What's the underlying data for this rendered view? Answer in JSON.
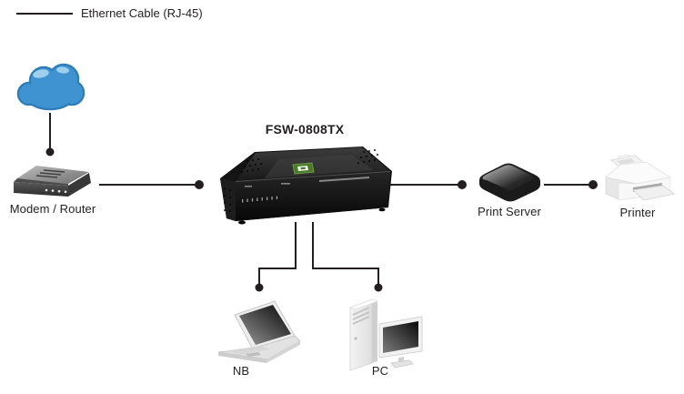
{
  "legend": {
    "label": "Ethernet Cable (RJ-45)"
  },
  "switch": {
    "model": "FSW-0808TX"
  },
  "nodes": {
    "internet": {
      "kind": "cloud"
    },
    "modem": {
      "label": "Modem / Router"
    },
    "print_server": {
      "label": "Print Server"
    },
    "printer": {
      "label": "Printer"
    },
    "notebook": {
      "label": "NB"
    },
    "desktop": {
      "label": "PC"
    }
  },
  "colors": {
    "cable": "#231f20",
    "text": "#231f20",
    "cloud_fill": "#3f93d0",
    "cloud_outline": "#2e7db8",
    "cloud_highlight": "#a9d6f1",
    "switch_body": "#141414",
    "logo_green": "#4a7a28"
  }
}
